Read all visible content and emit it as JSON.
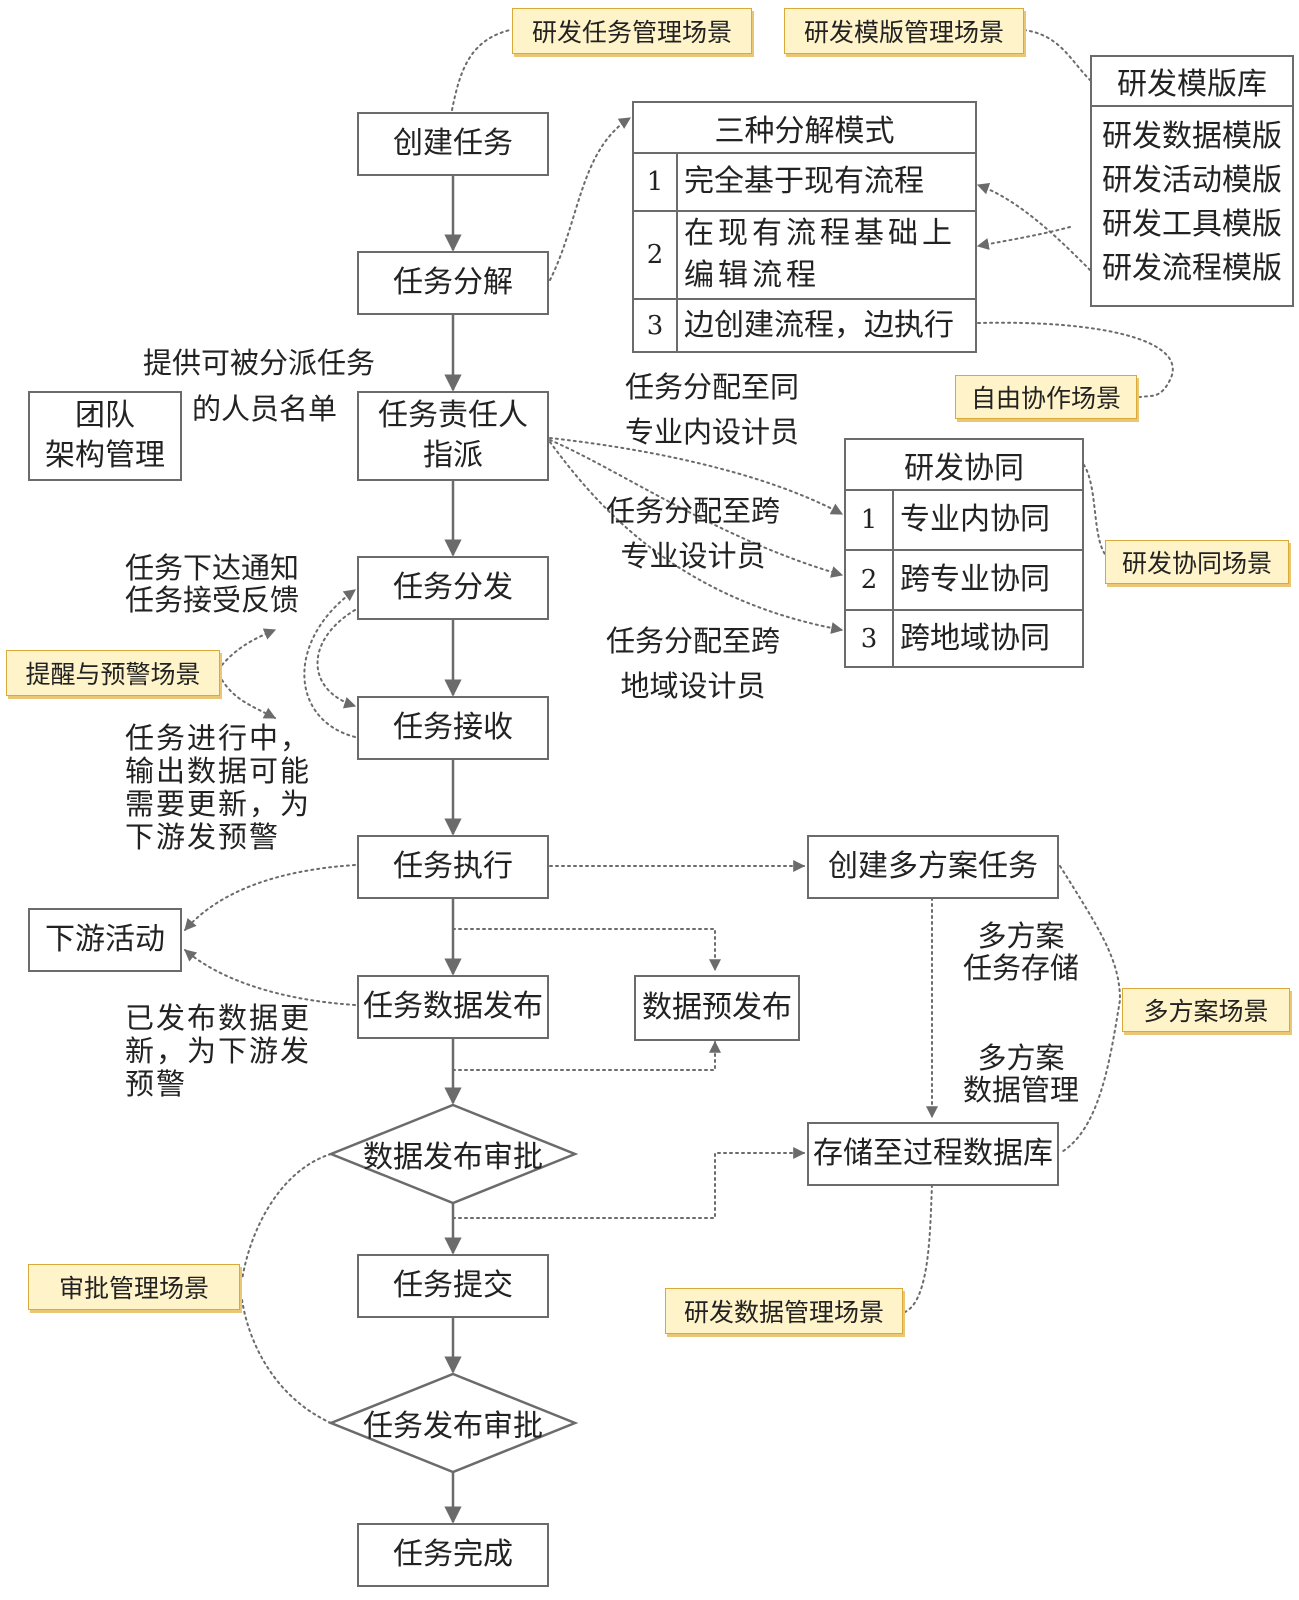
{
  "flow": {
    "create_task": "创建任务",
    "decompose": "任务分解",
    "assign_line1": "任务责任人",
    "assign_line2": "指派",
    "dispatch": "任务分发",
    "receive": "任务接收",
    "execute": "任务执行",
    "data_publish": "任务数据发布",
    "data_approval": "数据发布审批",
    "submit": "任务提交",
    "task_approval": "任务发布审批",
    "complete": "任务完成"
  },
  "side_boxes": {
    "team_line1": "团队",
    "team_line2": "架构管理",
    "downstream": "下游活动",
    "pre_publish": "数据预发布",
    "multi_task": "创建多方案任务",
    "store_db": "存储至过程数据库"
  },
  "modes": {
    "title": "三种分解模式",
    "rows": [
      {
        "num": "1",
        "text": "完全基于现有流程"
      },
      {
        "num": "2",
        "text": "在现有流程基础上编辑流程"
      },
      {
        "num": "3",
        "text": "边创建流程，边执行"
      }
    ]
  },
  "collab": {
    "title": "研发协同",
    "rows": [
      {
        "num": "1",
        "text": "专业内协同"
      },
      {
        "num": "2",
        "text": "跨专业协同"
      },
      {
        "num": "3",
        "text": "跨地域协同"
      }
    ]
  },
  "library": {
    "title": "研发模版库",
    "items": [
      "研发数据模版",
      "研发活动模版",
      "研发工具模版",
      "研发流程模版"
    ]
  },
  "scenes": {
    "task_mgmt": "研发任务管理场景",
    "template_mgmt": "研发模版管理场景",
    "free_collab": "自由协作场景",
    "collab": "研发协同场景",
    "alert": "提醒与预警场景",
    "multi": "多方案场景",
    "approval": "审批管理场景",
    "data_mgmt": "研发数据管理场景"
  },
  "labels": {
    "roster_line1": "提供可被分派任务",
    "roster_line2": "的人员名单",
    "same_major_line1": "任务分配至同",
    "same_major_line2": "专业内设计员",
    "cross_major_line1": "任务分配至跨",
    "cross_major_line2": "专业设计员",
    "cross_region_line1": "任务分配至跨",
    "cross_region_line2": "地域设计员",
    "notify_line1": "任务下达通知",
    "notify_line2": "任务接受反馈",
    "progress_lines": [
      "任务进行中，",
      "输出数据可能",
      "需要更新，为",
      "下游发预警"
    ],
    "published_lines": [
      "已发布数据更",
      "新，为下游发",
      "预警"
    ],
    "multi_store_line1": "多方案",
    "multi_store_line2": "任务存储",
    "multi_data_line1": "多方案",
    "multi_data_line2": "数据管理"
  }
}
